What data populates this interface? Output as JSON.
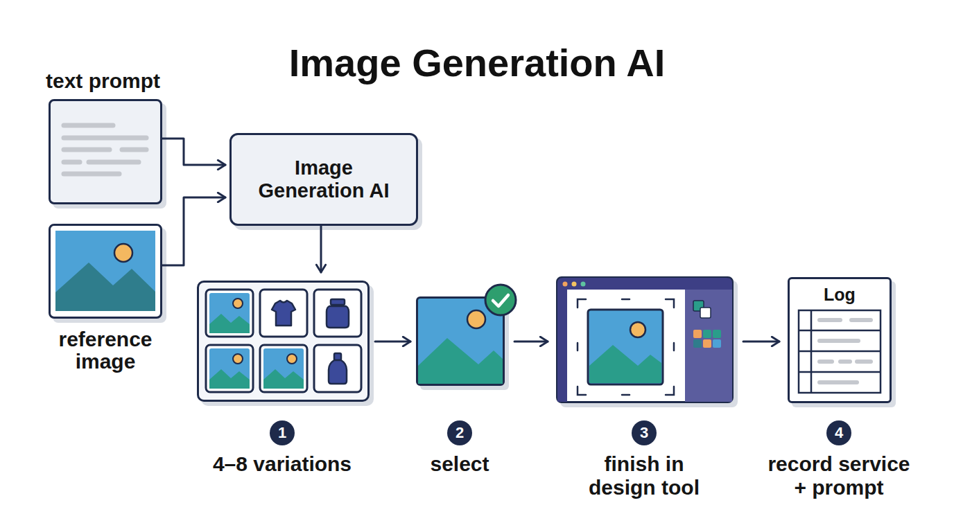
{
  "diagram": {
    "title": "Image Generation AI",
    "nodes": [
      {
        "text": [
          "text prompt"
        ]
      },
      {
        "text": [
          "reference image"
        ]
      },
      {
        "text": [
          "Image Generation AI"
        ]
      },
      {
        "text": [
          "4–8 variations"
        ]
      },
      {
        "text": [
          "select"
        ]
      },
      {
        "text": [
          "finish in design tool"
        ]
      },
      {
        "text": [
          "Log",
          "record service + prompt"
        ]
      }
    ],
    "edges": [
      {
        "from": 0,
        "to": 2,
        "arrow": "to"
      },
      {
        "from": 1,
        "to": 2,
        "arrow": "to"
      },
      {
        "from": 2,
        "to": 3,
        "arrow": "to"
      },
      {
        "from": 3,
        "to": 4,
        "arrow": "to"
      },
      {
        "from": 4,
        "to": 5,
        "arrow": "to"
      },
      {
        "from": 5,
        "to": 6,
        "arrow": "to"
      }
    ],
    "labels": [
      "1",
      "2",
      "3",
      "4"
    ]
  }
}
